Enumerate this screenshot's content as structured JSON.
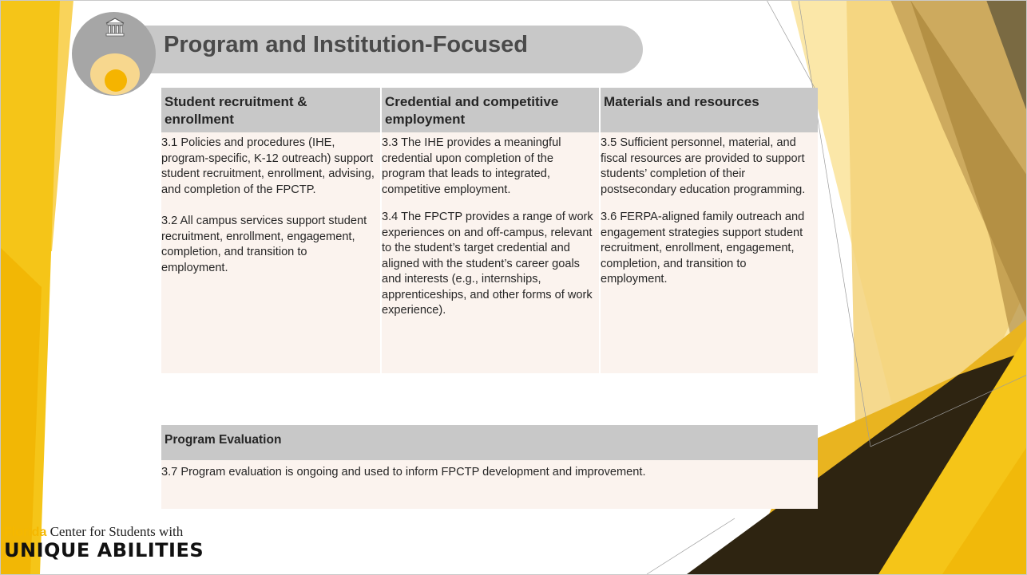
{
  "slide": {
    "title": "Program and Institution-Focused",
    "badge_icon": "building-icon"
  },
  "table": {
    "headers": [
      "Student recruitment & enrollment",
      "Credential and competitive employment",
      "Materials and resources"
    ],
    "columns": [
      [
        "3.1 Policies and procedures (IHE, program-specific, K-12 outreach) support student recruitment, enrollment, advising, and completion of the FPCTP.",
        "3.2 All campus services support student recruitment, enrollment, engagement, completion, and transition to employment."
      ],
      [
        "3.3 The IHE provides a meaningful credential upon completion of the program that leads to integrated, competitive employment.",
        "3.4 The FPCTP provides a range of work experiences on and off-campus, relevant to the student’s target credential and aligned with the student’s career goals and interests (e.g., internships, apprenticeships, and other forms of work experience)."
      ],
      [
        "3.5 Sufficient personnel, material, and fiscal resources are provided to support students’ completion of their postsecondary education programming.",
        "3.6 FERPA-aligned family outreach and engagement strategies support student recruitment, enrollment, engagement, completion, and transition to employment."
      ]
    ]
  },
  "evaluation": {
    "header": "Program Evaluation",
    "text": "3.7 Program evaluation is ongoing and used to inform FPCTP development and improvement."
  },
  "logo": {
    "florida": "Florida",
    "center_text": " Center for Students with",
    "unique": "UNIQUE ABILITIES"
  },
  "colors": {
    "accent_yellow": "#f5c518",
    "header_gray": "#c8c8c8",
    "cell_bg": "#fbf3ee",
    "dark_brown": "#3a2c10"
  }
}
